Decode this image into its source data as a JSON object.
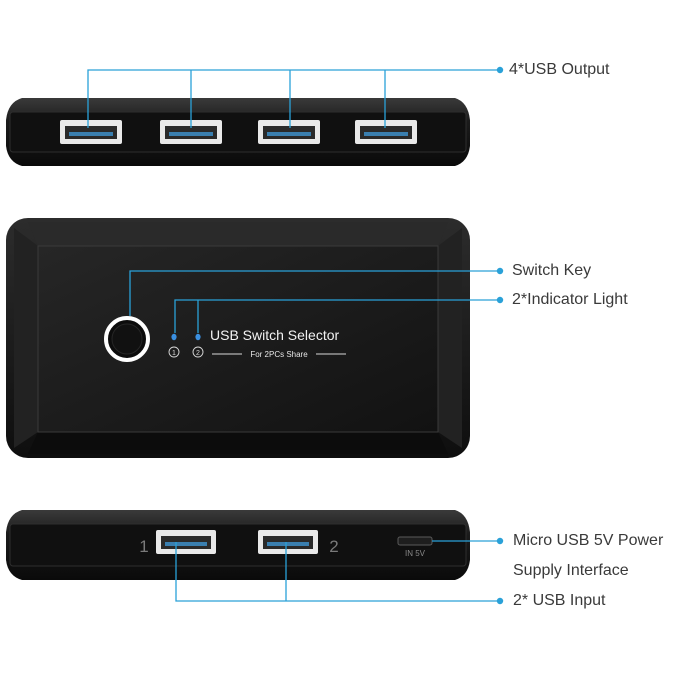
{
  "callouts": {
    "usb_output": "4*USB Output",
    "switch_key": "Switch Key",
    "indicator_light": "2*Indicator Light",
    "power_line1": "Micro USB 5V Power",
    "power_line2": "Supply Interface",
    "usb_input": "2* USB Input"
  },
  "device": {
    "title": "USB Switch Selector",
    "subtitle": "For 2PCs Share",
    "led1": "1",
    "led2": "2",
    "port1_label": "1",
    "port2_label": "2",
    "power_port_label": "IN 5V"
  },
  "colors": {
    "callout_line": "#2aa1d8",
    "device_body": "#151515",
    "indicator": "#3a8fe0"
  }
}
